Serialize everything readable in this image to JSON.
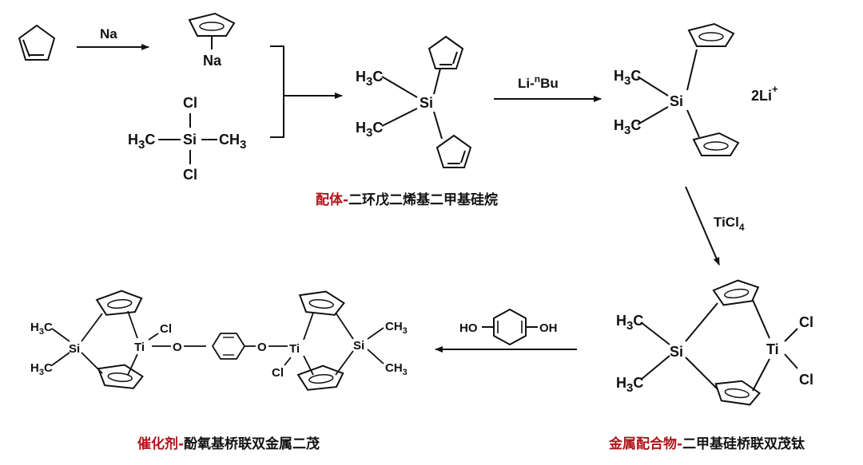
{
  "reagents": {
    "sodium": "Na",
    "butyllithium": "Li-",
    "butyllithium_superscript": "n",
    "butyllithium_suffix": "Bu",
    "titanium_chloride": "TiCl",
    "titanium_chloride_subscript": "4",
    "hydroquinone_left": "HO",
    "hydroquinone_right": "OH"
  },
  "counter_ion": {
    "text": "2Li",
    "charge": "+"
  },
  "structures": {
    "cyclopentadiene": "cyclopentadiene ring",
    "sodium_cyclopentadienide": {
      "metal": "Na"
    },
    "dichlorodimethylsilane": {
      "atoms": {
        "chlorine_top": "Cl",
        "chlorine_bottom": "Cl",
        "silicon": "Si",
        "methyl_left": "H",
        "methyl_left_sub": "3",
        "methyl_left_c": "C",
        "methyl_right": "CH",
        "methyl_right_sub": "3"
      }
    },
    "ligand": {
      "atoms": {
        "silicon": "Si",
        "methyl_h": "H",
        "methyl_sub": "3",
        "methyl_c": "C"
      }
    },
    "dilithium_salt": {
      "atoms": {
        "silicon": "Si",
        "methyl_h": "H",
        "methyl_sub": "3",
        "methyl_c": "C"
      }
    },
    "metal_complex": {
      "atoms": {
        "silicon": "Si",
        "titanium": "Ti",
        "chlorine": "Cl",
        "methyl_h": "H",
        "methyl_sub": "3",
        "methyl_c": "C"
      }
    },
    "catalyst": {
      "atoms": {
        "silicon": "Si",
        "titanium": "Ti",
        "chlorine": "Cl",
        "oxygen": "O",
        "methyl_left_h": "H",
        "methyl_left_sub": "3",
        "methyl_left_c": "C",
        "methyl_right_c": "CH",
        "methyl_right_sub": "3"
      }
    }
  },
  "captions": {
    "ligand": {
      "highlight": "配体-",
      "name": "二环戊二烯基二甲基硅烷"
    },
    "metal_complex": {
      "highlight": "金属配合物-",
      "name": "二甲基硅桥联双茂钛"
    },
    "catalyst": {
      "highlight": "催化剂-",
      "name": "酚氧基桥联双金属二茂"
    }
  },
  "colors": {
    "highlight": "#b0141b",
    "ink": "#111111"
  }
}
